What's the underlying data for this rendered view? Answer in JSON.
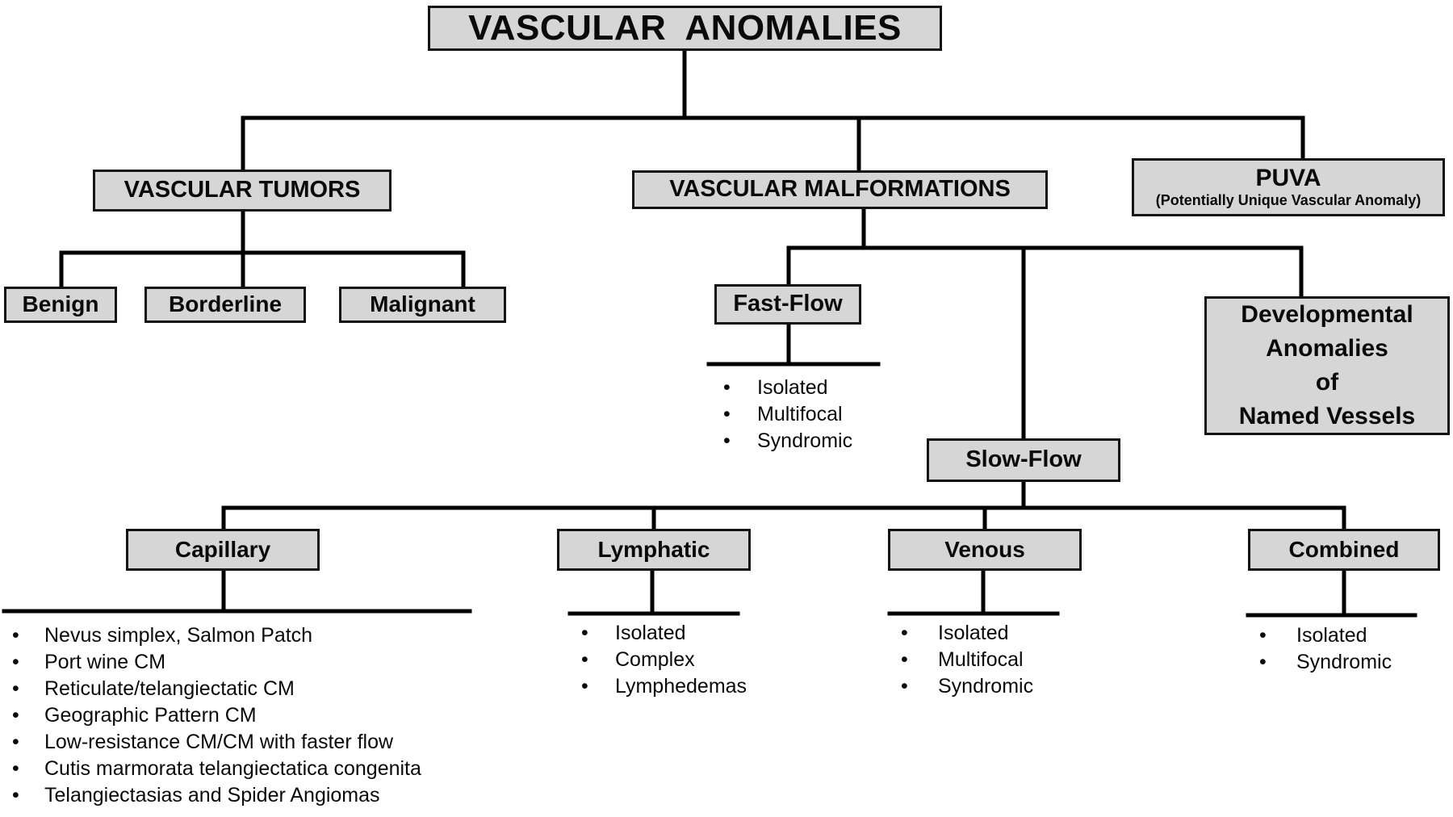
{
  "diagram": {
    "title": "VASCULAR ANOMALIES",
    "nodes": {
      "tumors": {
        "label": "VASCULAR TUMORS"
      },
      "malformations": {
        "label": "VASCULAR MALFORMATIONS"
      },
      "puva": {
        "label": "PUVA",
        "sublabel": "(Potentially Unique Vascular Anomaly)"
      },
      "benign": {
        "label": "Benign"
      },
      "borderline": {
        "label": "Borderline"
      },
      "malignant": {
        "label": "Malignant"
      },
      "fast_flow": {
        "label": "Fast-Flow"
      },
      "slow_flow": {
        "label": "Slow-Flow"
      },
      "developmental": {
        "label": "Developmental\nAnomalies\nof\nNamed Vessels"
      },
      "capillary": {
        "label": "Capillary"
      },
      "lymphatic": {
        "label": "Lymphatic"
      },
      "venous": {
        "label": "Venous"
      },
      "combined": {
        "label": "Combined"
      }
    },
    "lists": {
      "fast_flow": [
        "Isolated",
        "Multifocal",
        "Syndromic"
      ],
      "capillary": [
        "Nevus simplex, Salmon Patch",
        "Port wine CM",
        "Reticulate/telangiectatic CM",
        "Geographic Pattern CM",
        "Low-resistance CM/CM with faster flow",
        "Cutis marmorata telangiectatica congenita",
        "Telangiectasias and Spider Angiomas"
      ],
      "lymphatic": [
        "Isolated",
        "Complex",
        "Lymphedemas"
      ],
      "venous": [
        "Isolated",
        "Multifocal",
        "Syndromic"
      ],
      "combined": [
        "Isolated",
        "Syndromic"
      ]
    },
    "colors": {
      "box_fill": "#d6d6d6",
      "box_border": "#141414",
      "line": "#000000",
      "background": "#ffffff",
      "text": "#0a0a0a"
    }
  }
}
